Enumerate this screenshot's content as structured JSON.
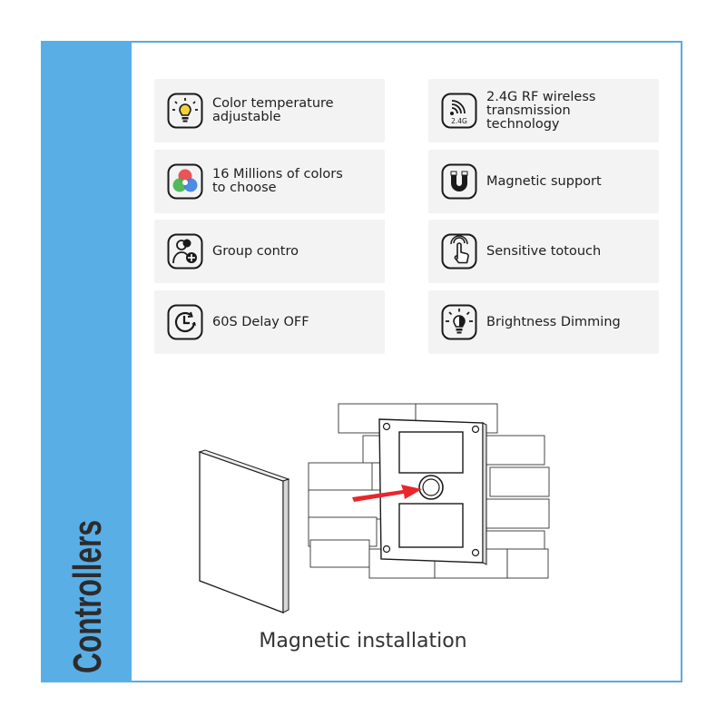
{
  "sidebar": {
    "title": "Controllers"
  },
  "features": [
    {
      "label": "Color temperature\nadjustable",
      "icon": "bulb-icon"
    },
    {
      "label": "2.4G RF wireless\ntransmission\ntechnology",
      "icon": "wireless-icon",
      "icon_text": "2.4G"
    },
    {
      "label": "16 Millions of colors\nto choose",
      "icon": "rgb-colors-icon"
    },
    {
      "label": "Magnetic support",
      "icon": "magnet-icon"
    },
    {
      "label": "Group contro",
      "icon": "group-icon"
    },
    {
      "label": "Sensitive totouch",
      "icon": "touch-icon"
    },
    {
      "label": "60S Delay OFF",
      "icon": "timer-icon"
    },
    {
      "label": "Brightness Dimming",
      "icon": "brightness-icon"
    }
  ],
  "illustration": {
    "caption": "Magnetic installation",
    "arrow_color": "#e8262b"
  },
  "colors": {
    "accent": "#5aaee6",
    "card_bg": "#f3f3f3"
  }
}
